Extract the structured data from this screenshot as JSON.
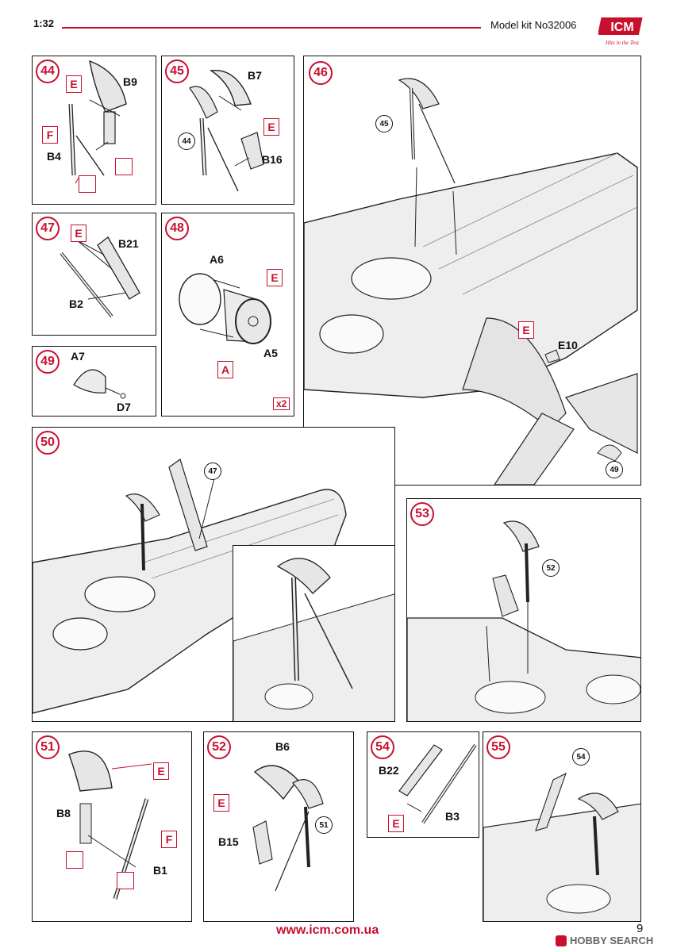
{
  "header": {
    "scale": "1:32",
    "model_kit": "Model kit No32006",
    "brand": "ICM",
    "brand_tagline": "Hits in the Test"
  },
  "footer": {
    "website": "www.icm.com.ua",
    "page_number": "9",
    "watermark": "HOBBY SEARCH"
  },
  "steps": {
    "s44": {
      "num": "44",
      "parts": [
        "B9",
        "B4"
      ],
      "markers": [
        "E",
        "F"
      ]
    },
    "s45": {
      "num": "45",
      "ref": "44",
      "parts": [
        "B7",
        "B16"
      ],
      "markers": [
        "E"
      ]
    },
    "s46": {
      "num": "46",
      "refs": [
        "45",
        "49"
      ],
      "parts": [
        "E10"
      ],
      "markers": [
        "E"
      ]
    },
    "s47": {
      "num": "47",
      "parts": [
        "B21",
        "B2"
      ],
      "markers": [
        "E"
      ]
    },
    "s48": {
      "num": "48",
      "parts": [
        "A6",
        "A5"
      ],
      "markers": [
        "E",
        "A"
      ],
      "quantity": "x2"
    },
    "s49": {
      "num": "49",
      "parts": [
        "A7",
        "D7"
      ]
    },
    "s50": {
      "num": "50",
      "ref": "47"
    },
    "s51": {
      "num": "51",
      "parts": [
        "B8",
        "B1"
      ],
      "markers": [
        "E",
        "F"
      ]
    },
    "s52": {
      "num": "52",
      "ref": "51",
      "parts": [
        "B6",
        "B15"
      ],
      "markers": [
        "E"
      ]
    },
    "s53": {
      "num": "53",
      "ref": "52"
    },
    "s54": {
      "num": "54",
      "parts": [
        "B22",
        "B3"
      ],
      "markers": [
        "E"
      ]
    },
    "s55": {
      "num": "55",
      "ref": "54"
    }
  }
}
